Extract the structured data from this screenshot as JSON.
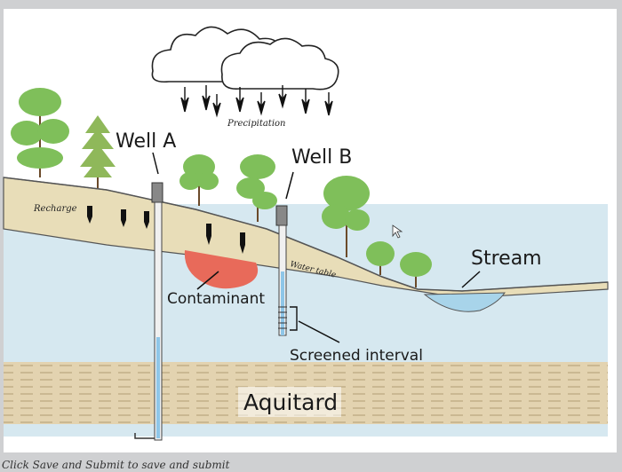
{
  "diagram": {
    "labels": {
      "precipitation": "Precipitation",
      "well_a": "Well A",
      "well_b": "Well B",
      "recharge": "Recharge",
      "water_table": "Water table",
      "stream": "Stream",
      "contaminant": "Contaminant",
      "screened_interval": "Screened interval",
      "aquitard": "Aquitard"
    },
    "colors": {
      "sky": "#ffffff",
      "soil": "#e8ddb8",
      "groundwater": "#d6e8f0",
      "aquitard": "#e3d3b0",
      "aquitard_dash": "#c8b58d",
      "contaminant": "#e86a5a",
      "stream": "#a8d4ea",
      "well_casing": "#f0f0f0",
      "well_water": "#8ec6e8",
      "tree": "#7fbf5a"
    }
  },
  "footer": {
    "text": "Click Save and Submit to save and submit"
  }
}
